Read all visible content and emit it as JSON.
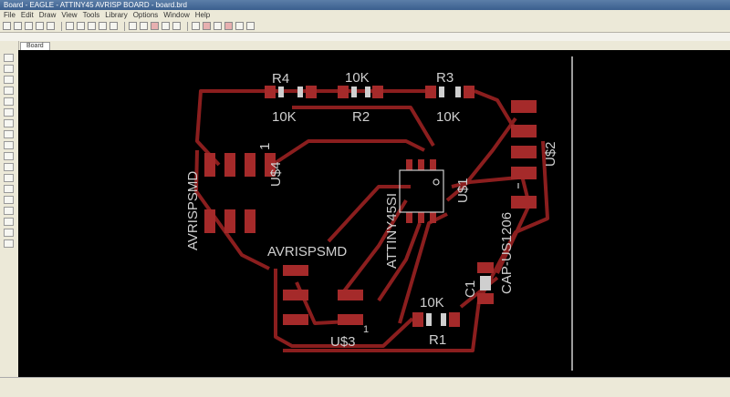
{
  "window": {
    "title": "Board - EAGLE - ATTINY45 AVRISP BOARD - board.brd"
  },
  "menu": {
    "items": [
      "File",
      "Edit",
      "Draw",
      "View",
      "Tools",
      "Library",
      "Options",
      "Window",
      "Help"
    ]
  },
  "tab": {
    "label": "Board"
  },
  "status": {
    "text": ""
  },
  "board": {
    "labels": {
      "r4_name": "R4",
      "r4_value": "10K",
      "r2_value_top": "10K",
      "r2_name": "R2",
      "r3_name": "R3",
      "r3_value": "10K",
      "u4_name": "U$4",
      "u4_pin1": "1",
      "avrisp_left": "AVRISPSMD",
      "ic_name": "ATTINY45SI",
      "u1_name": "U$1",
      "u2_name": "U$2",
      "cap_pkg": "CAP-US1206",
      "c1_name": "C1",
      "avrisp_mid": "AVRISPSMD",
      "u3_pin1": "1",
      "u3_name": "U$3",
      "r1_value": "10K",
      "r1_name": "R1"
    },
    "colors": {
      "trace": "#8b1e1e",
      "pad": "#a52a2a",
      "silk": "#cfcfcf",
      "background": "#000000"
    }
  }
}
